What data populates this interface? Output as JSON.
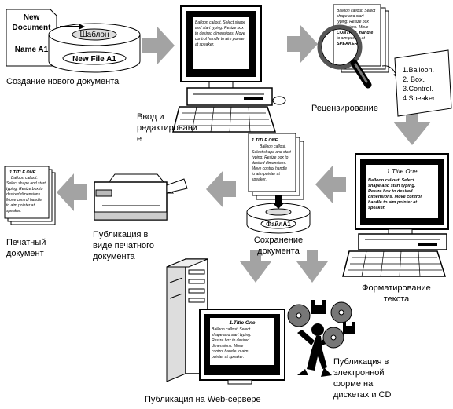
{
  "steps": {
    "create": {
      "label": "Создание нового документа",
      "new_doc_line1": "New",
      "new_doc_line2": "Document",
      "name_line": "Name A1",
      "template": "Шаблон",
      "new_file": "New File A1"
    },
    "edit": {
      "label_line1": "Ввод и",
      "label_line2": "редактировани",
      "label_line3": "е",
      "screen_text": [
        "Balloon callout. Select shape",
        "and start typing. Resize box",
        "to desired dimensions. Move",
        "control handle to aim pointer",
        "at speaker."
      ]
    },
    "review": {
      "label": "Рецензирование",
      "page_text": [
        "Balloon callout. Select",
        "shape and start",
        "typing. Resize box",
        "dimensions. Move",
        "CONTROL handle",
        "to aim pointer at",
        "SPEAKER"
      ],
      "list": [
        "1.Balloon.",
        "2. Box.",
        "3.Control.",
        "4.Speaker."
      ]
    },
    "format": {
      "label_line1": "Форматирование",
      "label_line2": "текста",
      "title": "1.Title One",
      "screen_text": [
        "Balloon callout. Select",
        "shape and start typing.",
        "Resize box to desired",
        "dimensions. Move control",
        "handle to aim pointer at",
        "speaker."
      ]
    },
    "save": {
      "label_line1": "Сохранение",
      "label_line2": "документа",
      "file": "ФайлА1",
      "title": "1.TITLE ONE",
      "page_text": [
        "Balloon callout.",
        "Select shape and start",
        "typing. Resize box to",
        "desired dimensions.",
        "Move control handle",
        "to aim pointer at",
        "speaker."
      ]
    },
    "print_pub": {
      "label_line1": "Публикация в",
      "label_line2": "виде печатного",
      "label_line3": "документа"
    },
    "printed": {
      "label_line1": "Печатный",
      "label_line2": "документ",
      "title": "1.TITLE ONE",
      "page_text": [
        "Balloon callout.",
        "Select shape and start",
        "typing. Resize box to",
        "desired dimensions.",
        "Move control handle",
        "to aim pointer at",
        "speaker."
      ]
    },
    "web": {
      "label": "Публикация на Web-сервере",
      "title": "1.Title One",
      "screen_text": [
        "Balloon callout. Select",
        "shape and start typing.",
        "Resize box to desired",
        "dimensions. Move",
        "control handle to aim",
        "pointer at speaker."
      ]
    },
    "cd": {
      "label_line1": "Публикация в",
      "label_line2": "электронной",
      "label_line3": "форме на",
      "label_line4": "дискетах и CD"
    }
  },
  "colors": {
    "arrow_fill": "#a3a3a3",
    "ink": "#000000",
    "paper": "#ffffff"
  }
}
